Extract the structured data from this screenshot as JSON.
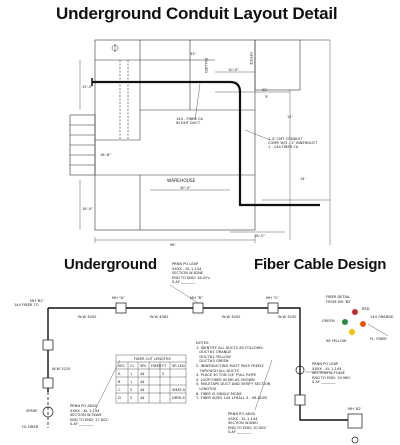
{
  "headings": {
    "top": "Underground Conduit Layout Detail",
    "bottom_left": "Underground",
    "bottom_right": "Fiber Cable Design"
  },
  "plan": {
    "building_label": "WAREHOUSE",
    "fiber_callout": "144 - FIBER CA\nIN EXIT DUCT",
    "conduit_callout": "1-4\" CMT CONDUIT\nCOMP. W/3 - 1\" INNERDUCT\n1 - 144 FIBER CA",
    "office_label": "OFFICE",
    "rallied_label": "RALLIED",
    "dims": [
      "10'-0\"",
      "33'",
      "22'",
      "3'",
      "12'",
      "30'-0\"",
      "15'-0\"",
      "18'-6\"",
      "96'",
      "48'-5\"",
      "14'",
      "16'-0\""
    ]
  },
  "fiber_design": {
    "manholes": [
      "MH \"A\"",
      "MH \"B\"",
      "MH \"C\""
    ],
    "sections": [
      "W-W 3002",
      "W-W 4982",
      "W-W 3002",
      "W-W 3200",
      "W-W 3220"
    ],
    "lead_top": "PRNN PO LEAP\nXXXX - XL 1-144\nSECTION W-82NE\nEND TO END: 16.02V\nS.AF ________",
    "lead_bottom_left": "PRNN PO AD00\nXXXX - XL 1-144\nSECTION W-TKAM\nEND TO END: 17.802'\nS.AF ________",
    "lead_bottom_mid": "PRNN PO AD00\nXXXX - XL 1-144\nSECTION W-B4KI\nEND TO END: 10.905'\nS.AF ________",
    "lead_right": "PRNN PO LEAP\nXXXX - XL 1-144\nSECTION W-TS4AE\nEND TO END: 19.960'\nS.AF ________",
    "table_title": "FIBER CUT LENGTHS",
    "table_headers": [
      "SEC",
      "CL",
      "SPL",
      "FIBER",
      "FT",
      "SP-LEN"
    ],
    "table_rows": [
      [
        "A",
        "1",
        "44",
        "",
        "2",
        ""
      ],
      [
        "B",
        "1",
        "44",
        "",
        "",
        ""
      ],
      [
        "C",
        "2",
        "44",
        "",
        "",
        "SMAT-A"
      ],
      [
        "D",
        "2",
        "44",
        "",
        "",
        "DRYA-S"
      ]
    ],
    "notes_title": "NOTES:",
    "notes": [
      "1. IDENTIFY ALL DUCTS AS FOLLOWS:",
      "   DUCT#1 ORANGE",
      "   DUCT#2 YELLOW",
      "   DUCT#3 GREEN",
      "2. INNERDUCTING MUST PASS FREELY",
      "   THROUGH ALL DUCTS",
      "3. PLACE 30 TON 1/4\" PULL ROPE",
      "4. LOOP FIBER IN MH AS SHOWN",
      "5. MULETAPE DUCT AND VERIFY SECTION",
      "   LENGTHS",
      "6. FIBER IS SINGLE MODE",
      "7. FIBER SIZES 144 LFHALL 4 - 96 AD05"
    ],
    "fiber_detail": {
      "title": "FIBER DETAIL",
      "from": "FROM MH 'B2'",
      "labels": [
        "RED",
        "GREEN",
        "144 ORANGE",
        "96 YELLOW",
        "FL. FIBER"
      ]
    },
    "left_labels": [
      "MH 'B2'",
      "144 FIBER TO",
      "SPARE",
      "HL FIBER"
    ],
    "right_labels": [
      "MH 'B2'"
    ]
  }
}
